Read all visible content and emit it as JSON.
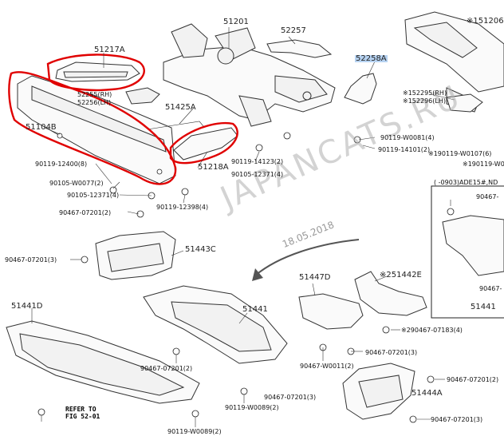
{
  "watermark": "JAPANCATS.RU",
  "date": "18.05.2018",
  "inset_header": "( -0903)ADE15#,ND",
  "refer": {
    "line1": "REFER TO",
    "line2": "FIG 52-01"
  },
  "labels": [
    {
      "id": "51201",
      "text": "51201"
    },
    {
      "id": "52257",
      "text": "52257"
    },
    {
      "id": "51217A",
      "text": "51217A"
    },
    {
      "id": "52258A",
      "text": "52258A"
    },
    {
      "id": "52255RH",
      "text": "52255(RH)"
    },
    {
      "id": "52256LH",
      "text": "52256(LH)"
    },
    {
      "id": "51104B",
      "text": "51104B"
    },
    {
      "id": "51425A",
      "text": "51425A"
    },
    {
      "id": "51218A",
      "text": "51218A"
    },
    {
      "id": "52295RH",
      "text": "※152295(RH)"
    },
    {
      "id": "52296LH",
      "text": "※152296(LH)"
    },
    {
      "id": "151206",
      "text": "※151206"
    },
    {
      "id": "90119-W0081",
      "text": "90119-W0081(4)"
    },
    {
      "id": "90119-14101",
      "text": "90119-14101(2)"
    },
    {
      "id": "90119-W0107",
      "text": "※190119-W0107(6)"
    },
    {
      "id": "90119-W0xxx",
      "text": "※190119-W0"
    },
    {
      "id": "90119-12400",
      "text": "90119-12400(8)"
    },
    {
      "id": "90119-14123",
      "text": "90119-14123(2)"
    },
    {
      "id": "90105-W0077",
      "text": "90105-W0077(2)"
    },
    {
      "id": "90105-12371a",
      "text": "90105-12371(4)"
    },
    {
      "id": "90105-12371b",
      "text": "90105-12371(4)"
    },
    {
      "id": "90119-12398",
      "text": "90119-12398(4)"
    },
    {
      "id": "90467-07201a",
      "text": "90467-07201(2)"
    },
    {
      "id": "51443C",
      "text": "51443C"
    },
    {
      "id": "90467-07201b",
      "text": "90467-07201(3)"
    },
    {
      "id": "90467-inset1",
      "text": "90467-"
    },
    {
      "id": "90467-inset2",
      "text": "90467-"
    },
    {
      "id": "51447D",
      "text": "51447D"
    },
    {
      "id": "51442E",
      "text": "※251442E"
    },
    {
      "id": "51441D",
      "text": "51441D"
    },
    {
      "id": "51441",
      "text": "51441"
    },
    {
      "id": "51441-inset",
      "text": "51441"
    },
    {
      "id": "90467-07183",
      "text": "※290467-07183(4)"
    },
    {
      "id": "90467-07201c",
      "text": "90467-07201(2)"
    },
    {
      "id": "90467-07201d",
      "text": "90467-07201(3)"
    },
    {
      "id": "90467-W0011",
      "text": "90467-W0011(2)"
    },
    {
      "id": "90467-07201e",
      "text": "90467-07201(2)"
    },
    {
      "id": "90467-07201f",
      "text": "90467-07201(3)"
    },
    {
      "id": "51444A",
      "text": "51444A"
    },
    {
      "id": "90467-07201g",
      "text": "90467-07201(3)"
    },
    {
      "id": "90119-W0089a",
      "text": "90119-W0089(2)"
    },
    {
      "id": "90119-W0089b",
      "text": "90119-W0089(2)"
    }
  ]
}
